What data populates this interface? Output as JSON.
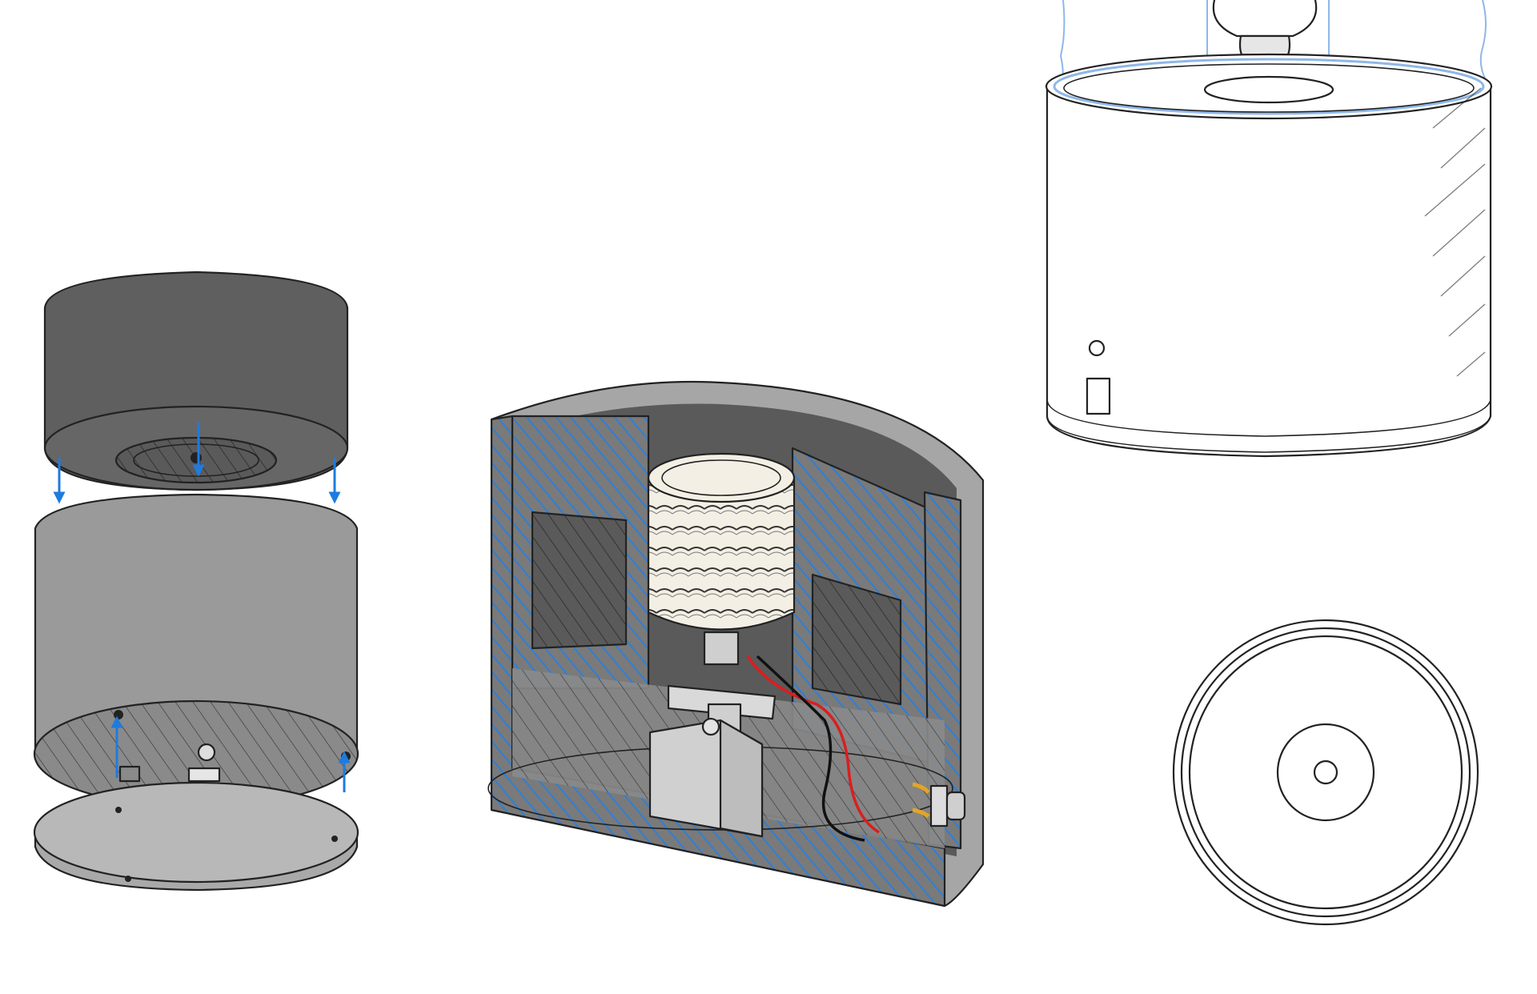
{
  "figure": {
    "views": [
      {
        "id": "exploded",
        "name": "exploded-view"
      },
      {
        "id": "cutaway",
        "name": "cutaway-section-view"
      },
      {
        "id": "assembled",
        "name": "assembled-view"
      },
      {
        "id": "top",
        "name": "top-view"
      }
    ]
  },
  "colors": {
    "background": "#ffffff",
    "ink": "#222222",
    "lid_dark": "#5f5f5f",
    "body_mid": "#9a9a9a",
    "base_plate": "#b8b8b8",
    "shell": "#a6a6a6",
    "section_fill": "#7c7c7c",
    "section_hatch": "#2f7fd6",
    "interior_dark": "#5a5a5a",
    "filter_cream": "#f4efe4",
    "motor_light": "#d0d0d0",
    "wire_red": "#d81f1f",
    "wire_black": "#111111",
    "switch_brass": "#e4a526",
    "arrow_blue": "#1e7be0",
    "glass_blue": "#8fb7e8"
  }
}
